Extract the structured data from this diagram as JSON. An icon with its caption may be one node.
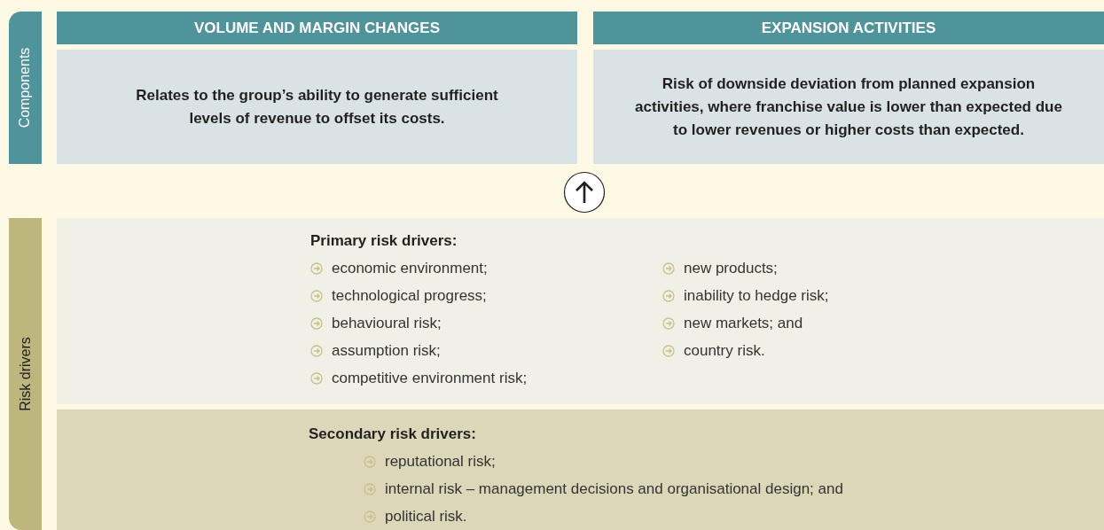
{
  "diagram": {
    "nodes": [
      {
        "text": [
          "Components"
        ]
      },
      {
        "text": [
          "VOLUME AND MARGIN CHANGES"
        ]
      },
      {
        "text": [
          "Relates to the group’s ability to generate sufficient levels of revenue to offset its costs."
        ]
      },
      {
        "text": [
          "EXPANSION ACTIVITIES"
        ]
      },
      {
        "text": [
          "Risk of downside deviation from planned expansion activities, where franchise value is lower than expected due to lower revenues or higher costs than expected."
        ]
      },
      {
        "text": [
          "Risk drivers"
        ]
      },
      {
        "text": [
          "Primary risk drivers:",
          "economic environment;",
          "technological progress;",
          "behavioural risk;",
          "assumption risk;",
          "competitive environment risk;",
          "new products;",
          "inability to hedge risk;",
          "new markets; and",
          "country risk."
        ]
      },
      {
        "text": [
          "Secondary risk drivers:",
          "reputational risk;",
          "internal risk – management decisions and organisational design; and",
          "political risk."
        ]
      }
    ]
  }
}
